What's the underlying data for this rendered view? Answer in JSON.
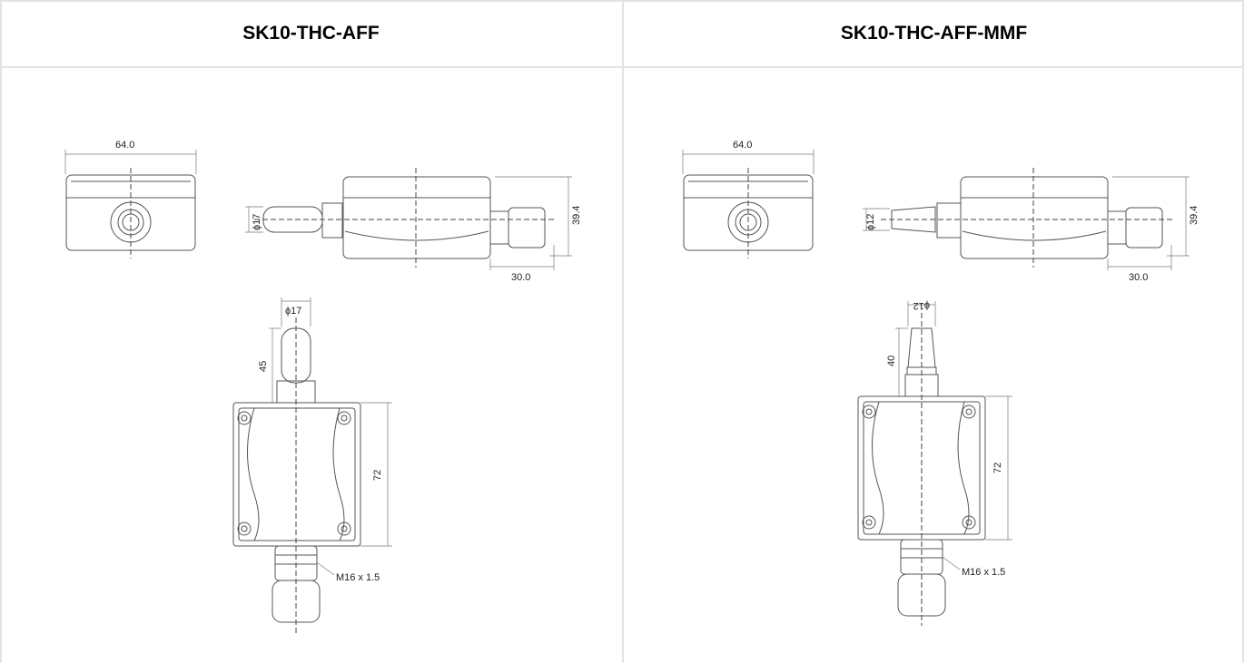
{
  "columns": [
    {
      "title": "SK10-THC-AFF",
      "dims": {
        "width": "64.0",
        "height": "39.4",
        "gland_len": "30.0",
        "probe_dia_side": "ϕ17",
        "probe_dia_top": "ϕ17",
        "probe_len": "45",
        "body_len": "72",
        "thread": "M16 x 1.5"
      }
    },
    {
      "title": "SK10-THC-AFF-MMF",
      "dims": {
        "width": "64.0",
        "height": "39.4",
        "gland_len": "30.0",
        "probe_dia_side": "ϕ12",
        "probe_dia_top": "ϕ12",
        "probe_len": "40",
        "body_len": "72",
        "thread": "M16 x 1.5"
      }
    }
  ],
  "colors": {
    "border": "#e3e3e3",
    "line": "#555555"
  }
}
